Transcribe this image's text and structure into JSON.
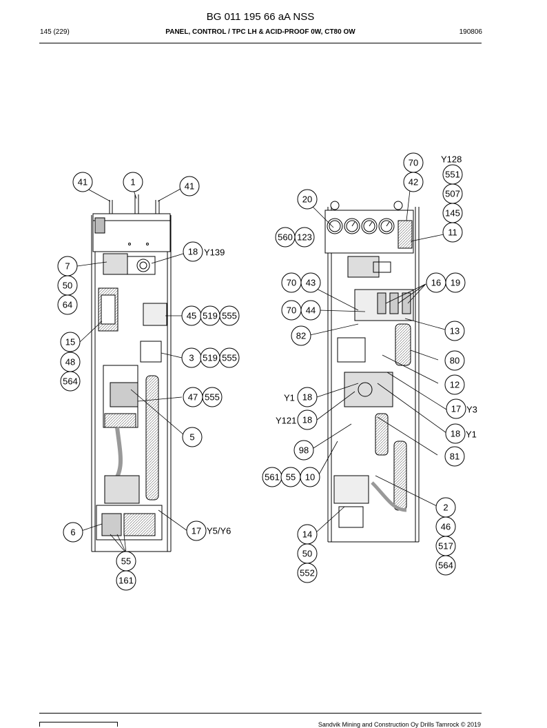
{
  "document_id": "BG 011 195 66 aA NSS",
  "header": {
    "page": "145 (229)",
    "title": "PANEL, CONTROL / TPC LH & ACID-PROOF 0W, CT80 OW",
    "code": "190806"
  },
  "footer": {
    "copyright": "Sandvik Mining and Construction Oy Drills Tamrock © 2019"
  },
  "left_callouts": [
    {
      "label": "41"
    },
    {
      "label": "1"
    },
    {
      "label": "41"
    },
    {
      "label": "18"
    },
    {
      "label": "7"
    },
    {
      "label": "50"
    },
    {
      "label": "64"
    },
    {
      "label": "45"
    },
    {
      "label": "519"
    },
    {
      "label": "555"
    },
    {
      "label": "15"
    },
    {
      "label": "48"
    },
    {
      "label": "564"
    },
    {
      "label": "3"
    },
    {
      "label": "519"
    },
    {
      "label": "555"
    },
    {
      "label": "47"
    },
    {
      "label": "555"
    },
    {
      "label": "5"
    },
    {
      "label": "6"
    },
    {
      "label": "17"
    },
    {
      "label": "55"
    },
    {
      "label": "161"
    }
  ],
  "left_texts": [
    "Y139",
    "Y5/Y6"
  ],
  "right_callouts": [
    {
      "label": "70"
    },
    {
      "label": "551"
    },
    {
      "label": "42"
    },
    {
      "label": "507"
    },
    {
      "label": "20"
    },
    {
      "label": "145"
    },
    {
      "label": "11"
    },
    {
      "label": "560"
    },
    {
      "label": "123"
    },
    {
      "label": "70"
    },
    {
      "label": "43"
    },
    {
      "label": "16"
    },
    {
      "label": "19"
    },
    {
      "label": "70"
    },
    {
      "label": "44"
    },
    {
      "label": "13"
    },
    {
      "label": "82"
    },
    {
      "label": "80"
    },
    {
      "label": "12"
    },
    {
      "label": "18"
    },
    {
      "label": "17"
    },
    {
      "label": "18"
    },
    {
      "label": "18"
    },
    {
      "label": "81"
    },
    {
      "label": "98"
    },
    {
      "label": "561"
    },
    {
      "label": "55"
    },
    {
      "label": "10"
    },
    {
      "label": "2"
    },
    {
      "label": "46"
    },
    {
      "label": "14"
    },
    {
      "label": "517"
    },
    {
      "label": "50"
    },
    {
      "label": "564"
    },
    {
      "label": "552"
    }
  ],
  "right_texts": [
    "Y128",
    "Y1",
    "Y121",
    "Y3",
    "Y1"
  ]
}
